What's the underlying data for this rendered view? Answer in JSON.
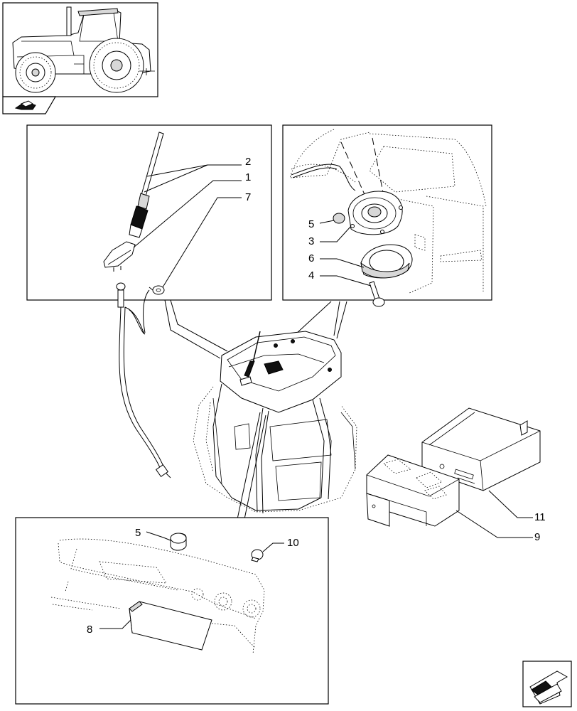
{
  "callouts": {
    "c1": "1",
    "c2": "2",
    "c3": "3",
    "c4": "4",
    "c5a": "5",
    "c5b": "5",
    "c6": "6",
    "c7": "7",
    "c8": "8",
    "c9": "9",
    "c10": "10",
    "c11": "11"
  },
  "icons": {
    "thumbnail": "tractor-thumbnail",
    "nav_prev": "book-arrow-icon",
    "nav_next": "next-page-arrow-icon"
  }
}
